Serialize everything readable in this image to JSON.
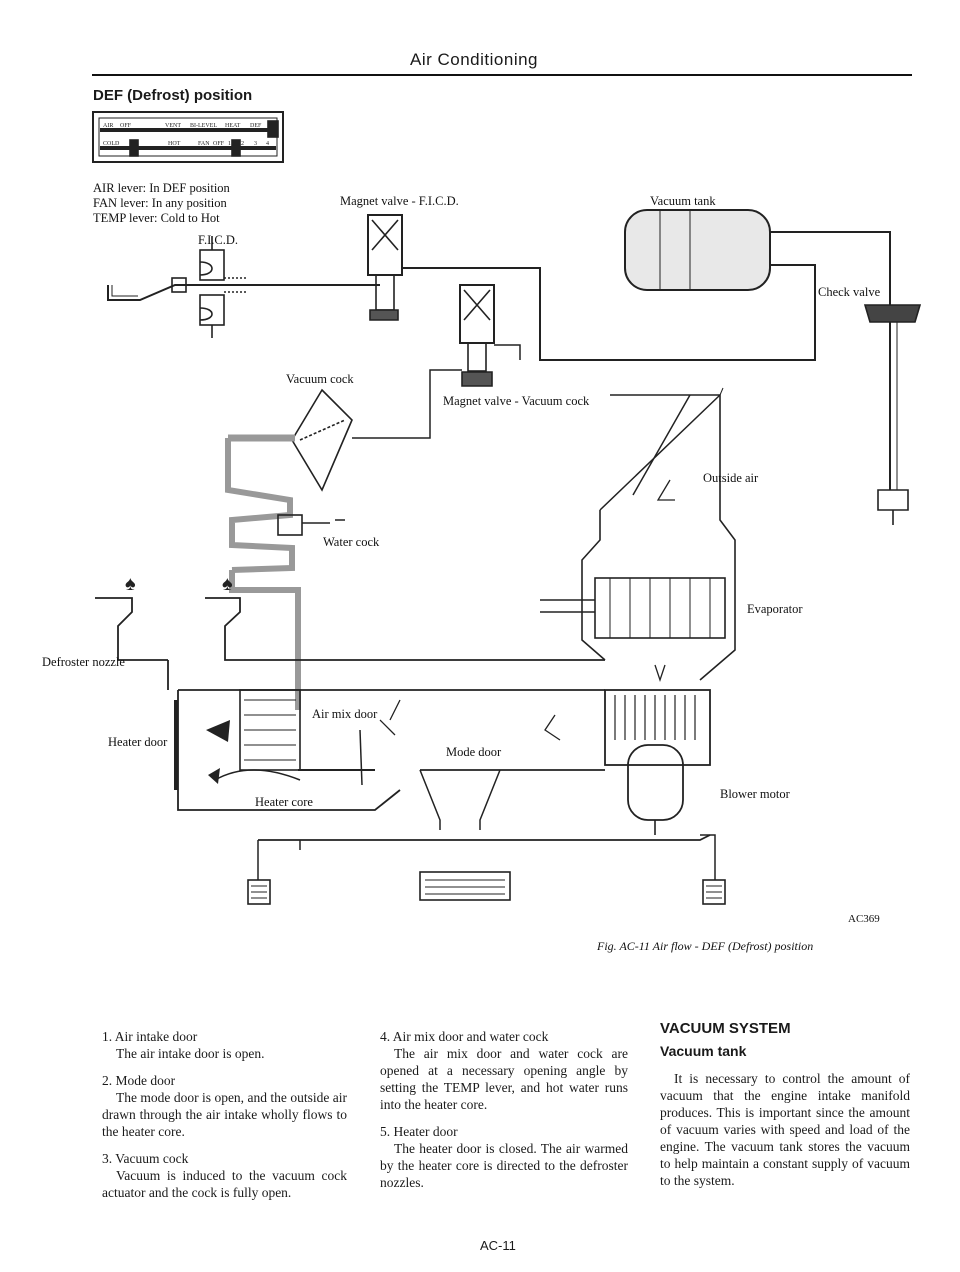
{
  "header": {
    "title": "Air Conditioning",
    "section": "DEF (Defrost) position"
  },
  "panel": {
    "markings": [
      "AIR",
      "OFF",
      "VENT",
      "BI-LEVEL",
      "HEAT",
      "DEF",
      "COLD",
      "HOT",
      "FAN",
      "OFF",
      "1",
      "2",
      "3",
      "4"
    ],
    "levers": [
      "AIR lever:  In DEF position",
      "FAN lever:  In any position",
      "TEMP lever:  Cold to Hot"
    ]
  },
  "diagram": {
    "labels": {
      "ficd": "F.I.C.D.",
      "magnet_ficd": "Magnet valve - F.I.C.D.",
      "vacuum_tank": "Vacuum tank",
      "check_valve": "Check valve",
      "vacuum_cock": "Vacuum cock",
      "magnet_vacuum": "Magnet valve - Vacuum cock",
      "outside_air": "Outside air",
      "water_cock": "Water cock",
      "evaporator": "Evaporator",
      "defroster_nozzle": "Defroster nozzle",
      "heater_door": "Heater door",
      "air_mix_door": "Air mix door",
      "mode_door": "Mode door",
      "heater_core": "Heater core",
      "blower_motor": "Blower motor"
    },
    "figure_code": "AC369",
    "caption": "Fig. AC-11  Air flow - DEF (Defrost) position"
  },
  "col1": [
    {
      "title": "1.  Air intake door",
      "text": "The air intake door is open."
    },
    {
      "title": "2.  Mode door",
      "text": "The mode door is open, and the outside air drawn through the air intake wholly flows to the heater core."
    },
    {
      "title": "3.  Vacuum cock",
      "text": "Vacuum is induced to the vacuum cock actuator and the cock is fully open."
    }
  ],
  "col2": [
    {
      "title": "4.  Air mix door and water cock",
      "text": "The air mix door and water cock are opened at a necessary opening angle by setting the TEMP lever, and hot water runs into the heater core."
    },
    {
      "title": "5.  Heater door",
      "text": "The heater door is closed. The air warmed by the heater core is directed to the defroster nozzles."
    }
  ],
  "col3": {
    "heading": "VACUUM SYSTEM",
    "subheading": "Vacuum tank",
    "text": "It is necessary to control the amount of vacuum that the engine intake manifold produces. This is important since the amount of vacuum varies with speed and load of the engine. The vacuum tank stores the vacuum to help maintain a constant supply of vacuum to the system."
  },
  "footer": {
    "page": "AC-11"
  }
}
